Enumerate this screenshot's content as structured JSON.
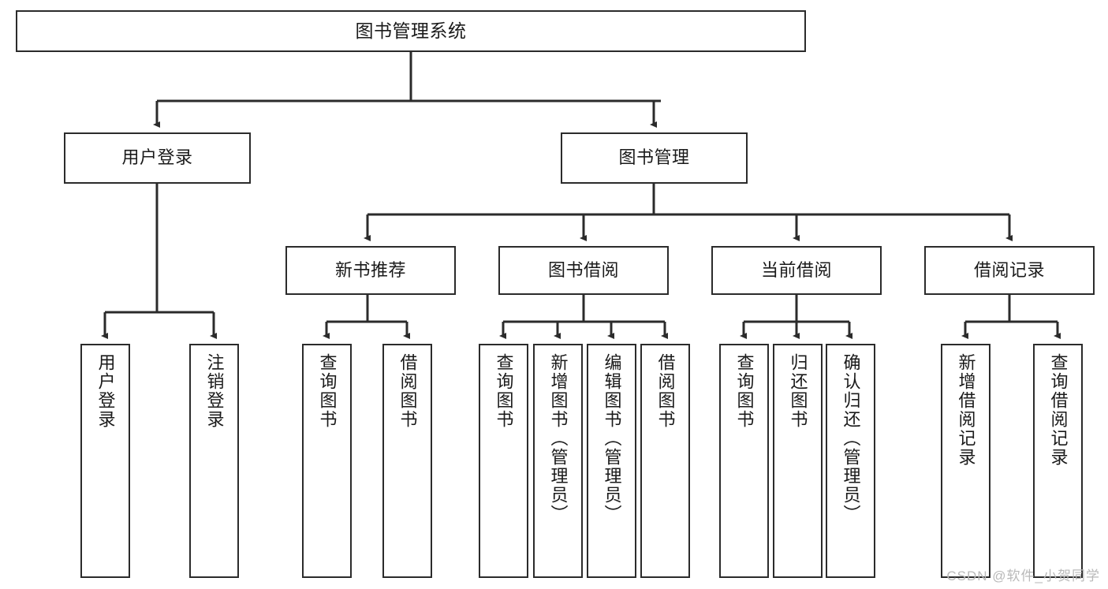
{
  "diagram": {
    "title": "图书管理系统",
    "type": "tree-hierarchy-chart",
    "watermark": "CSDN @软件_小贺同学",
    "colors": {
      "box_border": "#2b2b2b",
      "box_fill": "#ffffff",
      "connector": "#2b2b2b",
      "text": "#1a1a1a",
      "watermark": "#b9b9b9"
    },
    "nodes": {
      "root": {
        "label": "图书管理系统"
      },
      "level2": [
        {
          "label": "用户登录"
        },
        {
          "label": "图书管理"
        }
      ],
      "level3": [
        {
          "label": "新书推荐"
        },
        {
          "label": "图书借阅"
        },
        {
          "label": "当前借阅"
        },
        {
          "label": "借阅记录"
        }
      ],
      "leaves": {
        "user_login": [
          {
            "label": "用户登录"
          },
          {
            "label": "注销登录"
          }
        ],
        "new_book_recommend": [
          {
            "label": "查询图书"
          },
          {
            "label": "借阅图书"
          }
        ],
        "book_borrow": [
          {
            "label": "查询图书"
          },
          {
            "label": "新增图书（管理员）"
          },
          {
            "label": "编辑图书（管理员）"
          },
          {
            "label": "借阅图书"
          }
        ],
        "current_borrow": [
          {
            "label": "查询图书"
          },
          {
            "label": "归还图书"
          },
          {
            "label": "确认归还（管理员）"
          }
        ],
        "borrow_records": [
          {
            "label": "新增借阅记录"
          },
          {
            "label": "查询借阅记录"
          }
        ]
      }
    }
  }
}
